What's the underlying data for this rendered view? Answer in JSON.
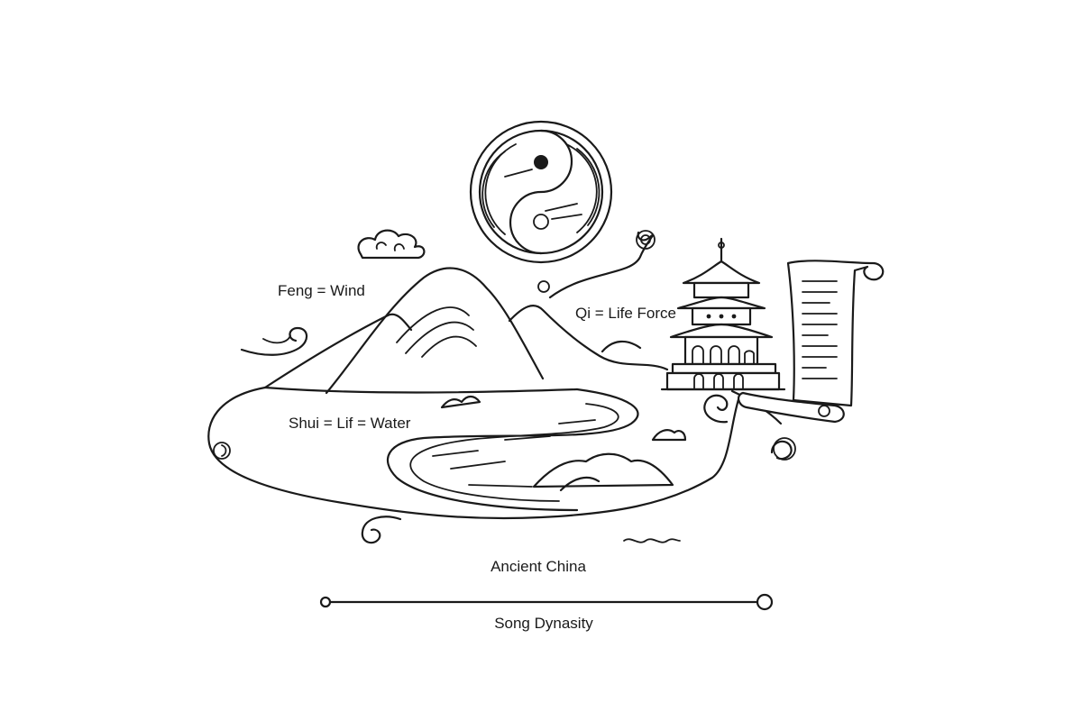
{
  "labels": {
    "feng": "Feng = Wind",
    "shui": "Shui = Lif = Water",
    "qi": "Qi = Life Force"
  },
  "timeline": {
    "era": "Ancient China",
    "dynasty": "Song Dynasity"
  },
  "icons": {
    "yin_yang": "yin-yang-icon",
    "cloud": "cloud-icon",
    "pagoda": "pagoda-icon",
    "scroll": "scroll-icon"
  },
  "colors": {
    "ink": "#1a1a1a",
    "background": "#ffffff"
  }
}
